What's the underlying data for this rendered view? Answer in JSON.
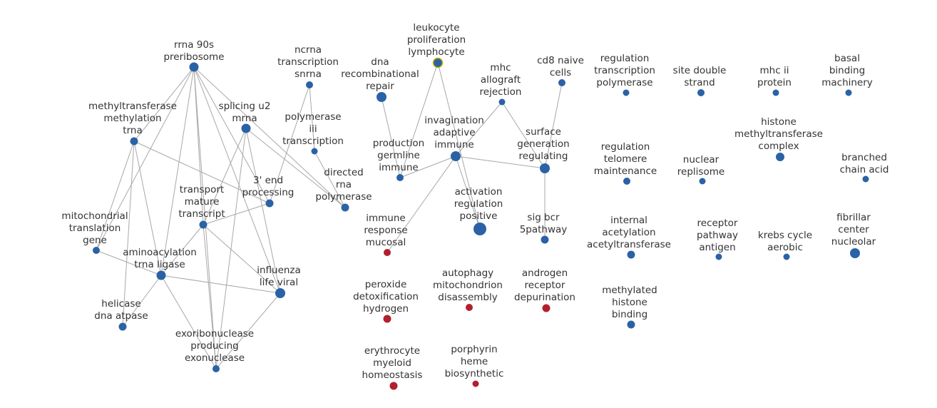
{
  "colors": {
    "blue": "#2b62a6",
    "red": "#b2202e",
    "highlight_ring": "#c8b400",
    "edge": "#a8a8a8",
    "text": "#333333"
  },
  "nodes": [
    {
      "id": "rrna90s",
      "label": [
        "rrna 90s",
        "preribosome"
      ],
      "color": "blue"
    },
    {
      "id": "methyltransferase_trna",
      "label": [
        "methyltransferase",
        "methylation",
        "trna"
      ],
      "color": "blue"
    },
    {
      "id": "splicing_u2",
      "label": [
        "splicing u2",
        "mrna"
      ],
      "color": "blue"
    },
    {
      "id": "ncrna",
      "label": [
        "ncrna",
        "transcription",
        "snrna"
      ],
      "color": "blue"
    },
    {
      "id": "polymerase_iii",
      "label": [
        "polymerase",
        "iii",
        "transcription"
      ],
      "color": "blue"
    },
    {
      "id": "directed_rna",
      "label": [
        "directed",
        "rna",
        "polymerase"
      ],
      "color": "blue"
    },
    {
      "id": "end3",
      "label": [
        "3' end",
        "processing"
      ],
      "color": "blue"
    },
    {
      "id": "transport",
      "label": [
        "transport",
        "mature",
        "transcript"
      ],
      "color": "blue"
    },
    {
      "id": "mito_translation",
      "label": [
        "mitochondrial",
        "translation",
        "gene"
      ],
      "color": "blue"
    },
    {
      "id": "aminoacylation",
      "label": [
        "aminoacylation",
        "trna ligase"
      ],
      "color": "blue"
    },
    {
      "id": "influenza",
      "label": [
        "influenza",
        "life viral"
      ],
      "color": "blue"
    },
    {
      "id": "helicase",
      "label": [
        "helicase",
        "dna atpase"
      ],
      "color": "blue"
    },
    {
      "id": "exoribonuclease",
      "label": [
        "exoribonuclease",
        "producing",
        "exonuclease"
      ],
      "color": "blue"
    },
    {
      "id": "leukocyte",
      "label": [
        "leukocyte",
        "proliferation",
        "lymphocyte"
      ],
      "color": "blue",
      "ring": true
    },
    {
      "id": "dna_recomb",
      "label": [
        "dna",
        "recombinational",
        "repair"
      ],
      "color": "blue"
    },
    {
      "id": "mhc_allograft",
      "label": [
        "mhc",
        "allograft",
        "rejection"
      ],
      "color": "blue"
    },
    {
      "id": "cd8",
      "label": [
        "cd8 naive",
        "cells"
      ],
      "color": "blue"
    },
    {
      "id": "production_germline",
      "label": [
        "production",
        "germline",
        "immune"
      ],
      "color": "blue"
    },
    {
      "id": "invagination",
      "label": [
        "invagination",
        "adaptive",
        "immune"
      ],
      "color": "blue"
    },
    {
      "id": "surface_generation",
      "label": [
        "surface",
        "generation",
        "regulating"
      ],
      "color": "blue"
    },
    {
      "id": "activation",
      "label": [
        "activation",
        "regulation",
        "positive"
      ],
      "color": "blue"
    },
    {
      "id": "sig_bcr",
      "label": [
        "sig bcr",
        "5pathway"
      ],
      "color": "blue"
    },
    {
      "id": "immune_response",
      "label": [
        "immune",
        "response",
        "mucosal"
      ],
      "color": "red"
    },
    {
      "id": "peroxide",
      "label": [
        "peroxide",
        "detoxification",
        "hydrogen"
      ],
      "color": "red"
    },
    {
      "id": "autophagy",
      "label": [
        "autophagy",
        "mitochondrion",
        "disassembly"
      ],
      "color": "red"
    },
    {
      "id": "androgen",
      "label": [
        "androgen",
        "receptor",
        "depurination"
      ],
      "color": "red"
    },
    {
      "id": "erythrocyte",
      "label": [
        "erythrocyte",
        "myeloid",
        "homeostasis"
      ],
      "color": "red"
    },
    {
      "id": "porphyrin",
      "label": [
        "porphyrin",
        "heme",
        "biosynthetic"
      ],
      "color": "red"
    },
    {
      "id": "reg_transcription_pol",
      "label": [
        "regulation",
        "transcription",
        "polymerase"
      ],
      "color": "blue"
    },
    {
      "id": "site_double",
      "label": [
        "site double",
        "strand"
      ],
      "color": "blue"
    },
    {
      "id": "mhc_ii",
      "label": [
        "mhc ii",
        "protein"
      ],
      "color": "blue"
    },
    {
      "id": "basal_binding",
      "label": [
        "basal",
        "binding",
        "machinery"
      ],
      "color": "blue"
    },
    {
      "id": "histone_mt",
      "label": [
        "histone",
        "methyltransferase",
        "complex"
      ],
      "color": "blue"
    },
    {
      "id": "reg_telomere",
      "label": [
        "regulation",
        "telomere",
        "maintenance"
      ],
      "color": "blue"
    },
    {
      "id": "nuclear_replisome",
      "label": [
        "nuclear",
        "replisome"
      ],
      "color": "blue"
    },
    {
      "id": "branched_chain",
      "label": [
        "branched",
        "chain acid"
      ],
      "color": "blue"
    },
    {
      "id": "internal_acetylation",
      "label": [
        "internal",
        "acetylation",
        "acetyltransferase"
      ],
      "color": "blue"
    },
    {
      "id": "receptor_pathway",
      "label": [
        "receptor",
        "pathway",
        "antigen"
      ],
      "color": "blue"
    },
    {
      "id": "krebs",
      "label": [
        "krebs cycle",
        "aerobic"
      ],
      "color": "blue"
    },
    {
      "id": "fibrillar",
      "label": [
        "fibrillar",
        "center",
        "nucleolar"
      ],
      "color": "blue"
    },
    {
      "id": "methylated_histone",
      "label": [
        "methylated",
        "histone",
        "binding"
      ],
      "color": "blue"
    }
  ],
  "edges": [
    [
      "rrna90s",
      "methyltransferase_trna"
    ],
    [
      "rrna90s",
      "mito_translation"
    ],
    [
      "rrna90s",
      "aminoacylation"
    ],
    [
      "rrna90s",
      "transport"
    ],
    [
      "rrna90s",
      "end3"
    ],
    [
      "rrna90s",
      "influenza"
    ],
    [
      "rrna90s",
      "directed_rna"
    ],
    [
      "rrna90s",
      "exoribonuclease"
    ],
    [
      "methyltransferase_trna",
      "mito_translation"
    ],
    [
      "methyltransferase_trna",
      "aminoacylation"
    ],
    [
      "methyltransferase_trna",
      "end3"
    ],
    [
      "methyltransferase_trna",
      "helicase"
    ],
    [
      "splicing_u2",
      "directed_rna"
    ],
    [
      "splicing_u2",
      "transport"
    ],
    [
      "splicing_u2",
      "influenza"
    ],
    [
      "splicing_u2",
      "exoribonuclease"
    ],
    [
      "ncrna",
      "polymerase_iii"
    ],
    [
      "ncrna",
      "end3"
    ],
    [
      "polymerase_iii",
      "directed_rna"
    ],
    [
      "end3",
      "transport"
    ],
    [
      "transport",
      "aminoacylation"
    ],
    [
      "transport",
      "influenza"
    ],
    [
      "transport",
      "exoribonuclease"
    ],
    [
      "mito_translation",
      "aminoacylation"
    ],
    [
      "aminoacylation",
      "influenza"
    ],
    [
      "aminoacylation",
      "helicase"
    ],
    [
      "aminoacylation",
      "exoribonuclease"
    ],
    [
      "influenza",
      "exoribonuclease"
    ],
    [
      "leukocyte",
      "production_germline"
    ],
    [
      "leukocyte",
      "activation"
    ],
    [
      "dna_recomb",
      "production_germline"
    ],
    [
      "mhc_allograft",
      "invagination"
    ],
    [
      "mhc_allograft",
      "surface_generation"
    ],
    [
      "cd8",
      "surface_generation"
    ],
    [
      "production_germline",
      "invagination"
    ],
    [
      "invagination",
      "surface_generation"
    ],
    [
      "invagination",
      "activation"
    ],
    [
      "invagination",
      "immune_response"
    ],
    [
      "surface_generation",
      "sig_bcr"
    ]
  ]
}
